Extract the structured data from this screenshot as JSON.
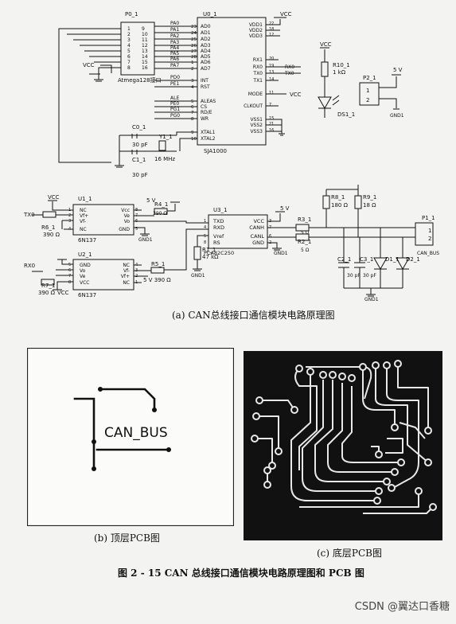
{
  "schematic": {
    "p0": {
      "ref": "P0_1",
      "label": "Atmega128接口",
      "left_pins": [
        "1",
        "2",
        "3",
        "4",
        "5",
        "6",
        "7",
        "8"
      ],
      "right_pins": [
        "9",
        "10",
        "11",
        "12",
        "13",
        "14",
        "15",
        "16"
      ],
      "vcc": "VCC"
    },
    "u0": {
      "ref": "U0_1",
      "part": "SJA1000",
      "left_ports": [
        "PA0",
        "PA1",
        "PA2",
        "PA3",
        "PA4",
        "PA5",
        "PA6",
        "PA7",
        "PD0",
        "PE1",
        "ALE",
        "PE0",
        "PG1",
        "PG0"
      ],
      "left_pin_nums": [
        "23",
        "24",
        "25",
        "26",
        "27",
        "28",
        "1",
        "2",
        "3",
        "4",
        "5",
        "6",
        "7",
        "8",
        "9",
        "10"
      ],
      "left_pins": [
        "AD0",
        "AD1",
        "AD2",
        "AD3",
        "AD4",
        "AD5",
        "AD6",
        "AD7",
        "INT",
        "RST",
        "ALEAS",
        "CS",
        "RD/E",
        "WR",
        "XTAL1",
        "XTAL2"
      ],
      "right_pins": [
        "VDD1",
        "VDD2",
        "VDD3",
        "RX1",
        "RX0",
        "TX0",
        "TX1",
        "MODE",
        "CLKOUT",
        "VSS1",
        "VSS2",
        "VSS3"
      ],
      "right_pin_nums": [
        "22",
        "18",
        "12",
        "20",
        "19",
        "13",
        "14",
        "11",
        "7",
        "15",
        "21",
        "16"
      ],
      "net_rx0": "RX0",
      "net_tx0": "TX0",
      "vcc": "VCC"
    },
    "r10": {
      "ref": "R10_1",
      "value": "1 kΩ",
      "vcc": "VCC"
    },
    "ds": {
      "ref": "DS1_1"
    },
    "p2": {
      "ref": "P2_1",
      "v": "5 V",
      "gnd": "GND1",
      "pins": [
        "1",
        "2"
      ]
    },
    "crystal": {
      "c0": "C0_1",
      "c0v": "30 pF",
      "c1": "C1_1",
      "c1v": "30 pF",
      "y": "Y1_1",
      "yv": "16 MHz"
    },
    "u1": {
      "ref": "U1_1",
      "part": "6N137",
      "left_pins": [
        "NC",
        "Vf+",
        "Vf-",
        "NC"
      ],
      "right_pins": [
        "Vcc",
        "Ve",
        "Vo",
        "GND"
      ],
      "left_nums": [
        "1",
        "2",
        "3",
        "4"
      ],
      "right_nums": [
        "8",
        "7",
        "6",
        "5"
      ],
      "vcc": "VCC",
      "gnd": "GND1"
    },
    "r4": {
      "ref": "R4_1",
      "value": "390 Ω",
      "v": "5 V"
    },
    "r6": {
      "ref": "R6_1",
      "value": "390 Ω",
      "net": "TX0"
    },
    "u2": {
      "ref": "U2_1",
      "part": "6N137",
      "left_pins": [
        "GND",
        "Vo",
        "Ve",
        "VCC"
      ],
      "right_pins": [
        "NC",
        "Vf-",
        "Vf+",
        "NC"
      ],
      "left_nums": [
        "5",
        "6",
        "7",
        "8"
      ],
      "right_nums": [
        "4",
        "3",
        "2",
        "1"
      ],
      "gnd": "GND1"
    },
    "r5": {
      "ref": "R5_1",
      "value": "5 V 390 Ω"
    },
    "r7": {
      "ref": "R7_1",
      "value": "390 Ω",
      "vcc": "VCC",
      "net": "RX0"
    },
    "u3": {
      "ref": "U3_1",
      "part": "PCA82C250",
      "left_pins": [
        "TXD",
        "RXD",
        "Vref",
        "RS"
      ],
      "right_pins": [
        "VCC",
        "CANH",
        "CANL",
        "GND"
      ],
      "left_nums": [
        "1",
        "4",
        "5",
        "8"
      ],
      "right_nums": [
        "3",
        "7",
        "6",
        "2"
      ],
      "v": "5 V",
      "gnd": "GND1"
    },
    "r1": {
      "ref": "R1_1",
      "value": "47 kΩ",
      "gnd": "GND1"
    },
    "r3": {
      "ref": "R3_1",
      "value": "5 Ω"
    },
    "r2": {
      "ref": "R2_1",
      "value": "5 Ω"
    },
    "r8": {
      "ref": "R8_1",
      "value": "180 Ω"
    },
    "r9": {
      "ref": "R9_1",
      "value": "18 Ω"
    },
    "c2": {
      "ref": "C2_1",
      "value": "30 pF"
    },
    "c3": {
      "ref": "C3_1",
      "value": "30 pF"
    },
    "d1": {
      "ref": "D1_1"
    },
    "d2": {
      "ref": "D2_1"
    },
    "gnd_bottom": "GND1",
    "p1": {
      "ref": "P1_1",
      "label": "CAN_BUS",
      "pins": [
        "1",
        "2"
      ]
    },
    "caption": "(a) CAN总线接口通信模块电路原理图"
  },
  "pcb_top": {
    "text": "CAN_BUS",
    "caption": "(b) 顶层PCB图"
  },
  "pcb_bottom": {
    "caption": "(c) 底层PCB图"
  },
  "figure_caption": "图 2 - 15    CAN 总线接口通信模块电路原理图和 PCB 图",
  "watermark": "CSDN @翼达口香糖"
}
